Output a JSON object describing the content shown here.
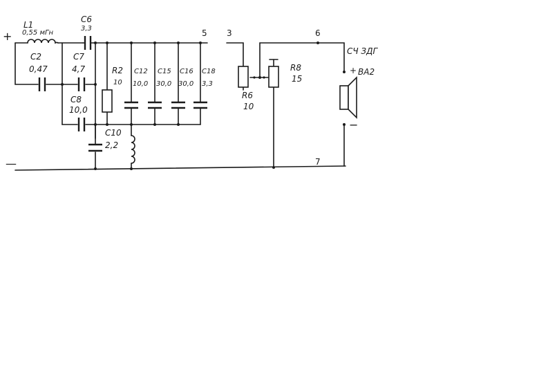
{
  "terminals": {
    "plus": "+",
    "minus": "—"
  },
  "components": {
    "L1": {
      "ref": "L1",
      "value": "0,55 мГн"
    },
    "C6": {
      "ref": "C6",
      "value": "3,3"
    },
    "C2": {
      "ref": "C2",
      "value": "0,47"
    },
    "C7": {
      "ref": "C7",
      "value": "4,7"
    },
    "C8": {
      "ref": "C8",
      "value": "10,0"
    },
    "C10": {
      "ref": "C10",
      "value": "2,2"
    },
    "R2": {
      "ref": "R2",
      "value": "10"
    },
    "C12": {
      "ref": "C12",
      "value": "10,0"
    },
    "C15": {
      "ref": "C15",
      "value": "30,0"
    },
    "C16": {
      "ref": "C16",
      "value": "30,0"
    },
    "C18": {
      "ref": "C18",
      "value": "3,3"
    },
    "R6": {
      "ref": "R6",
      "value": "10"
    },
    "R8": {
      "ref": "R8",
      "value": "15"
    },
    "BA2": {
      "ref": "BA2",
      "type": "СЧ ЗДГ",
      "plus": "+",
      "minus": "−"
    }
  },
  "nodes": [
    "5",
    "3",
    "6",
    "7"
  ],
  "icons": {
    "speaker": "speaker-icon",
    "resistor": "resistor-icon",
    "capacitor": "capacitor-icon",
    "inductor": "inductor-icon"
  }
}
